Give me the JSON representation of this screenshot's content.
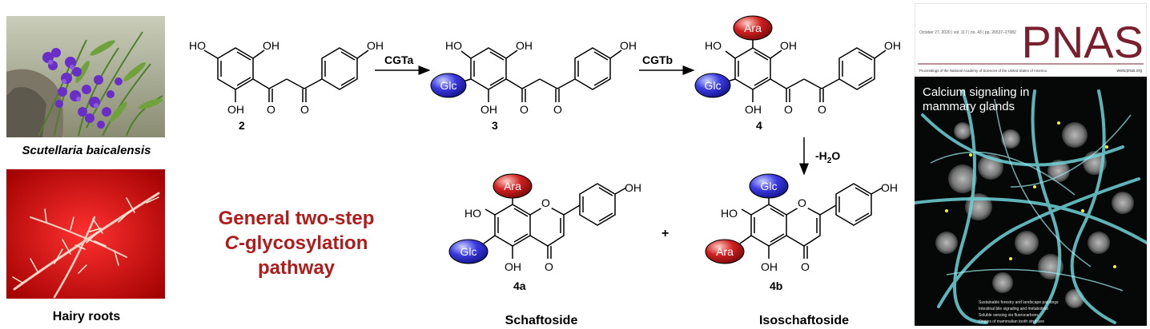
{
  "plant": {
    "species": "Scutellaria baicalensis",
    "roots_label": "Hairy roots"
  },
  "pathway": {
    "title_line1": "General two-step",
    "title_line2_italic": "C",
    "title_line2_rest": "-glycosylation",
    "title_line3": "pathway",
    "title_color": "#b01c1c"
  },
  "compounds": {
    "c2": "2",
    "c3": "3",
    "c4": "4",
    "c4a": "4a",
    "c4a_name": "Schaftoside",
    "c4b": "4b",
    "c4b_name": "Isoschaftoside"
  },
  "enzymes": {
    "step1": "CGTa",
    "step2": "CGTb",
    "dehydration": "-H",
    "dehydration_sub": "2",
    "dehydration_end": "O"
  },
  "groups": {
    "oh": "OH",
    "ho": "HO",
    "o": "O",
    "glc": "Glc",
    "ara": "Ara",
    "plus": "+"
  },
  "colors": {
    "glc_fill": "#2020c8",
    "ara_fill": "#c01818"
  },
  "cover": {
    "journal": "PNAS",
    "headline_line1": "Calcium signaling in",
    "headline_line2": "mammary glands",
    "masthead_small": "Proceedings of the National Academy of Sciences of the United States of America",
    "date_line": "October 27, 2020 | vol. 117 | no. 43 | pp. 26537–27082",
    "site": "www.pnas.org",
    "toc": [
      "Sustainable forestry and landscape paintings",
      "Intestinal bile signaling and metabolism",
      "Soluble sensing via fluorocarbons",
      "Origins of mammalian tooth structure"
    ],
    "accent": "#7a1f2e"
  }
}
